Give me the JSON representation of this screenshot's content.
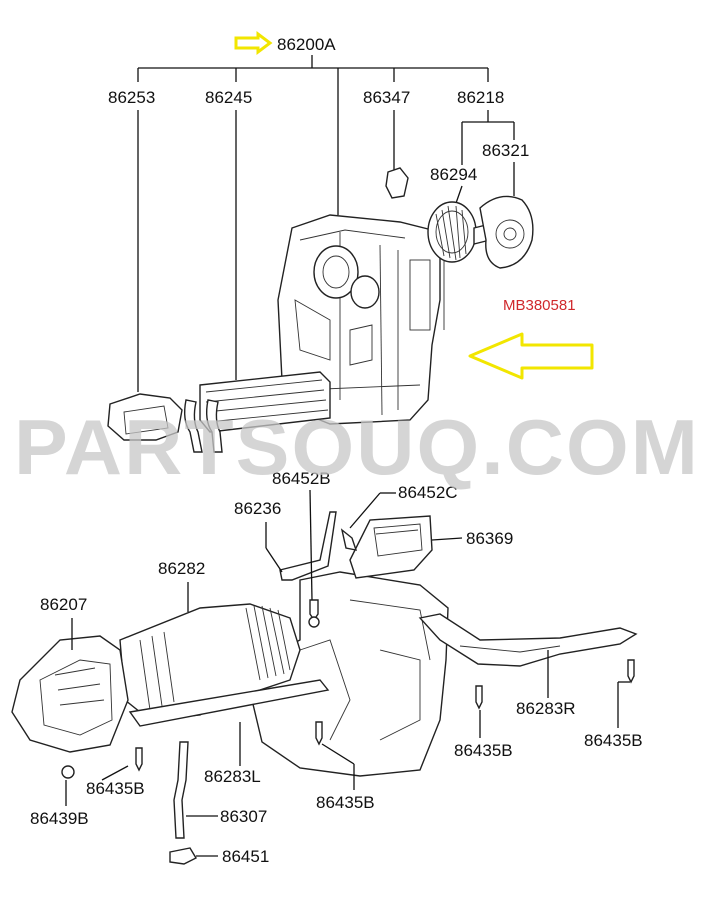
{
  "assembly": {
    "main_part": "86200A",
    "arrow_color": "#f2e600",
    "reference_number": "MB380581",
    "reference_color": "#d0282c"
  },
  "watermark": {
    "text": "PARTSOUQ.COM"
  },
  "labels": {
    "p86253": "86253",
    "p86245": "86245",
    "p86347": "86347",
    "p86218": "86218",
    "p86321": "86321",
    "p86294": "86294",
    "p86452B": "86452B",
    "p86452C": "86452C",
    "p86236": "86236",
    "p86369": "86369",
    "p86282": "86282",
    "p86207": "86207",
    "p86283R": "86283R",
    "p86435B_a": "86435B",
    "p86435B_b": "86435B",
    "p86435B_c": "86435B",
    "p86435B_d": "86435B",
    "p86283L": "86283L",
    "p86439B": "86439B",
    "p86307": "86307",
    "p86451": "86451"
  }
}
